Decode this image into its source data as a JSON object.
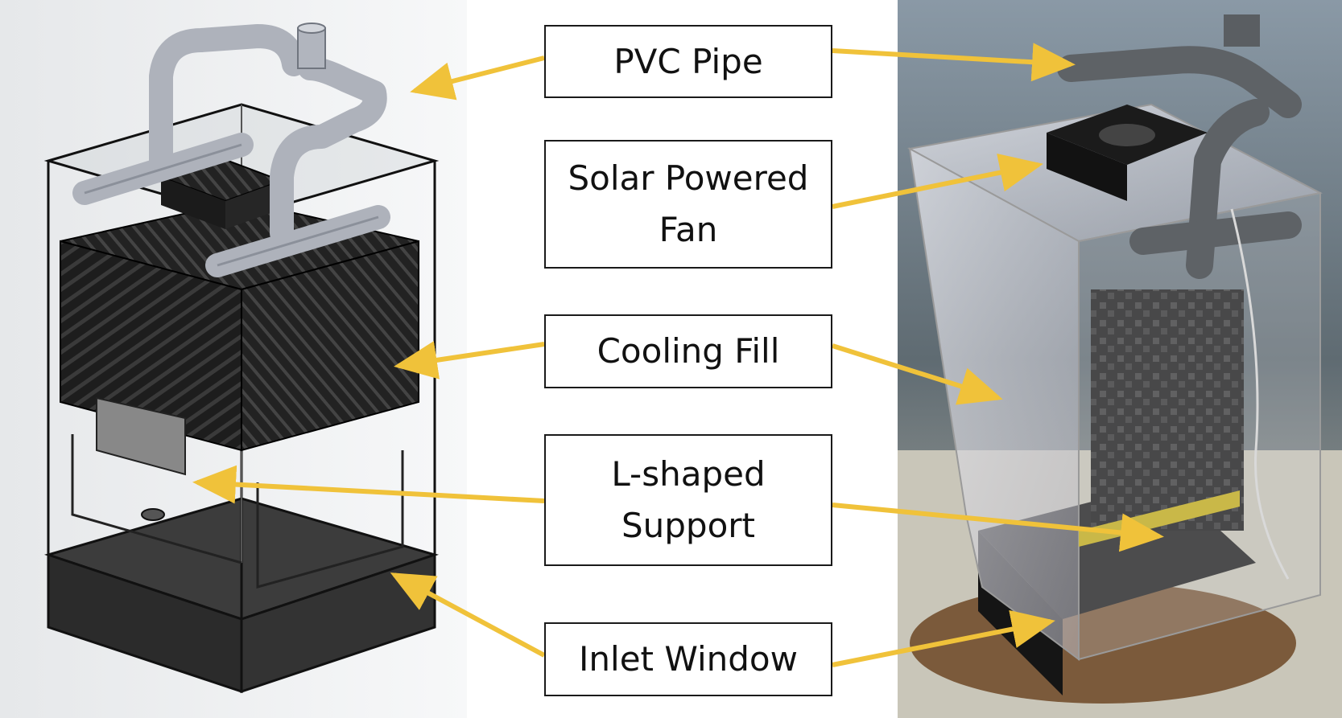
{
  "labels": {
    "pvc_pipe": "PVC Pipe",
    "solar_fan_line1": "Solar Powered",
    "solar_fan_line2": "Fan",
    "cooling_fill": "Cooling Fill",
    "support_line1": "L-shaped",
    "support_line2": "Support",
    "inlet_window": "Inlet Window"
  },
  "colors": {
    "arrow": "#f0c23a",
    "box_border": "#1a1a1a",
    "fill_black": "#1f1f1f",
    "pipe_gray": "#b7bac2",
    "photo_bg": "#5b6670"
  }
}
